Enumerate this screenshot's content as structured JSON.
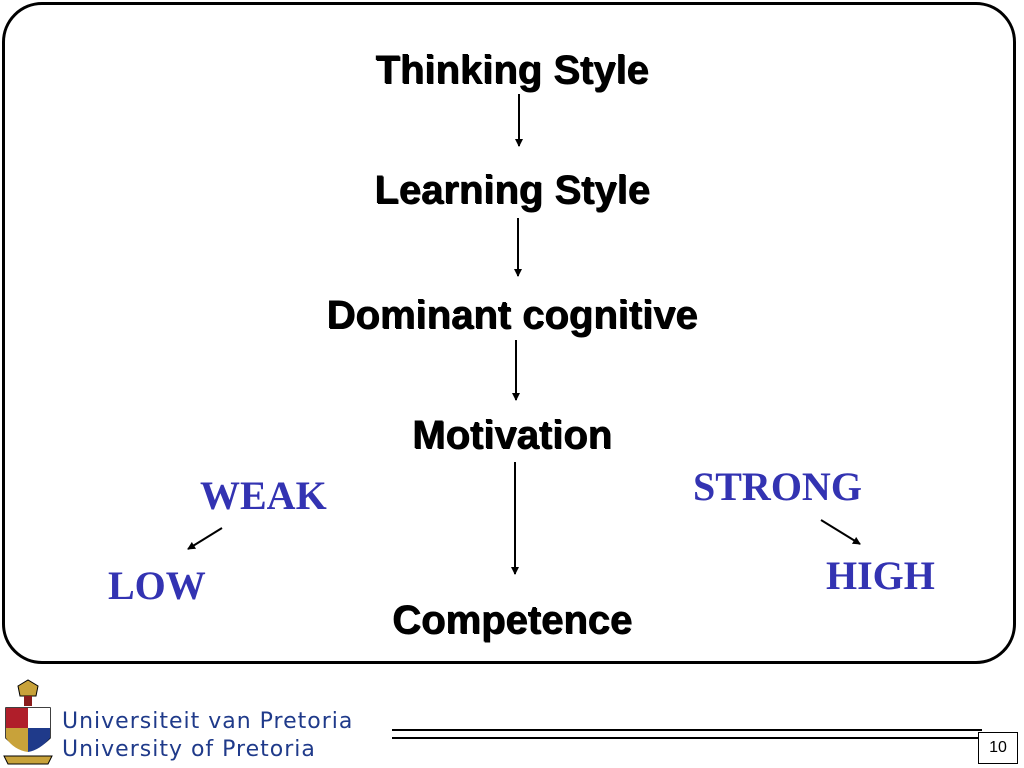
{
  "diagram": {
    "steps": [
      "Thinking Style",
      "Learning Style",
      "Dominant cognitive",
      "Motivation",
      "Competence"
    ],
    "levels": {
      "weak": "WEAK",
      "low": "LOW",
      "strong": "STRONG",
      "high": "HIGH"
    }
  },
  "footer": {
    "line_af": "Universiteit van Pretoria",
    "line_en": "University of Pretoria",
    "page_number": "10"
  },
  "colors": {
    "level_text": "#3333b2",
    "university_text": "#1f3a8a"
  }
}
